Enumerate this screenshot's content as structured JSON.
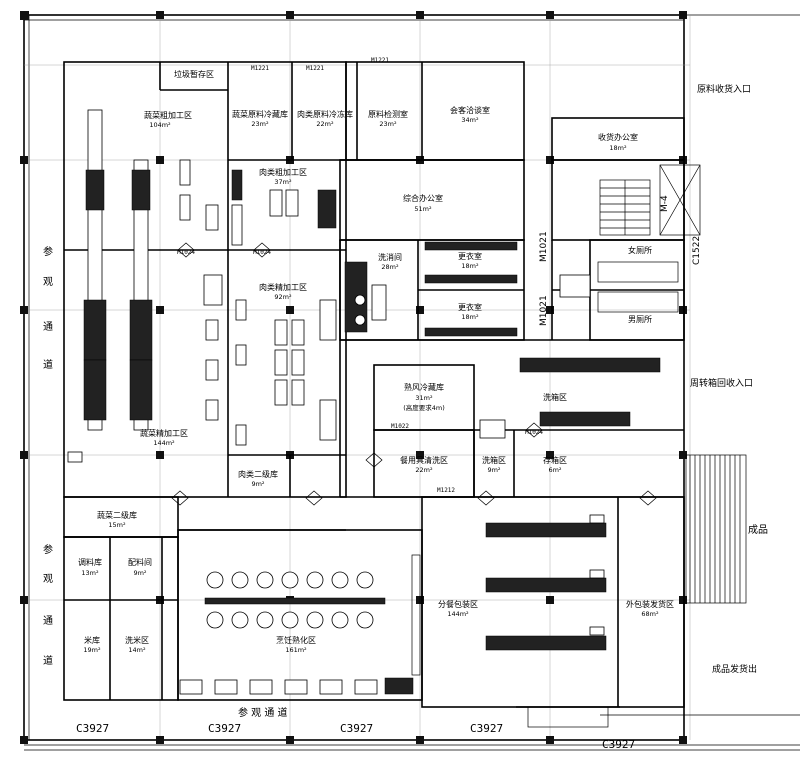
{
  "rooms": {
    "waste_storage": "垃圾暂存区",
    "veg_rough": {
      "name": "蔬菜粗加工区",
      "area": "104m²"
    },
    "veg_freezer": {
      "name": "蔬菜原料冷藏库",
      "area": "23m²"
    },
    "meat_freezer": {
      "name": "肉类原料冷冻库",
      "area": "22m²"
    },
    "raw_test": {
      "name": "原料检测室",
      "area": "23m²"
    },
    "meeting": {
      "name": "会客洽谈室",
      "area": "34m²"
    },
    "meat_rough": {
      "name": "肉类粗加工区",
      "area": "37m²"
    },
    "general_office": {
      "name": "综合办公室",
      "area": "51m²"
    },
    "receiving_office": {
      "name": "收货办公室",
      "area": "18m²"
    },
    "washroom": {
      "name": "洗消间",
      "area": "28m²"
    },
    "change1": {
      "name": "更衣室",
      "area": "18m²"
    },
    "change2": {
      "name": "更衣室",
      "area": "18m²"
    },
    "women_wc": "女厕所",
    "men_wc": "男厕所",
    "meat_fine": {
      "name": "肉类精加工区",
      "area": "92m²"
    },
    "veg_fine": {
      "name": "蔬菜精加工区",
      "area": "144m²"
    },
    "meat_second": {
      "name": "肉类二级库",
      "area": "9m²"
    },
    "ready_storage": {
      "name": "熟风冷藏库",
      "area": "31m²",
      "note": "(高度要求4m)"
    },
    "wash_area": {
      "name": "洗箱区",
      "area": ""
    },
    "tool_wash": {
      "name": "餐用具清洗区",
      "area": "22m²"
    },
    "wash2": {
      "name": "洗箱区",
      "area": "9m²"
    },
    "storage_area": {
      "name": "存箱区",
      "area": "6m²"
    },
    "veg_second": {
      "name": "蔬菜二级库",
      "area": "15m²"
    },
    "seasoning": {
      "name": "调料库",
      "area": "13m²"
    },
    "ingredient": {
      "name": "配料间",
      "area": "9m²"
    },
    "rice": {
      "name": "米库",
      "area": "19m²"
    },
    "rice_wash": {
      "name": "洗米区",
      "area": "14m²"
    },
    "cooking": {
      "name": "烹饪熟化区",
      "area": "161m²"
    },
    "packing": {
      "name": "分餐包装区",
      "area": "144m²"
    },
    "outer_pack": {
      "name": "外包装发货区",
      "area": "68m²"
    }
  },
  "side_labels": {
    "raw_entrance": "原料收货入口",
    "box_return": "周转箱回收入口",
    "product": "成品",
    "product_ship": "成品发货出",
    "visit_left": [
      "参",
      "观",
      "通",
      "道"
    ],
    "visit_left2": [
      "参",
      "观",
      "通",
      "道"
    ],
    "visit_bottom": "参  观  通  道"
  },
  "codes": {
    "bottom": [
      "C3927",
      "C3927",
      "C3927",
      "C3927",
      "C3927"
    ],
    "m4": "M-4",
    "c1522": "C1522",
    "m1021a": "M1021",
    "m1021b": "M1021",
    "door": "M1221",
    "door2": "M1024",
    "door3": "M1022",
    "door4": "M1212"
  }
}
